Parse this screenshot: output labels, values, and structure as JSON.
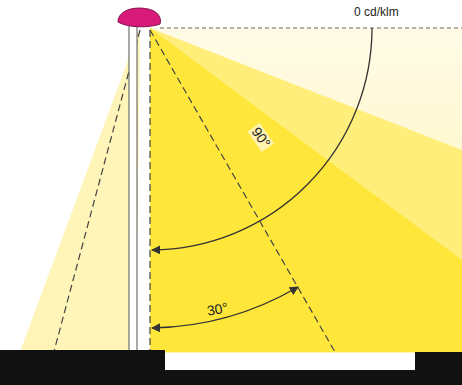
{
  "diagram": {
    "labels": [
      "0 cd/klm",
      "90°",
      "30°"
    ]
  }
}
